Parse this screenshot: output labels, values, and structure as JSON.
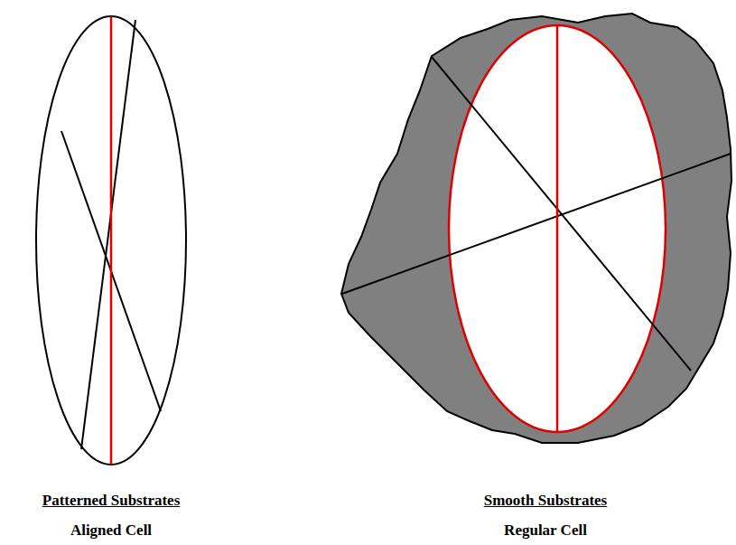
{
  "diagram": {
    "labels": [
      "Patterned Substrates",
      "Smooth Substrates",
      "Aligned Cell",
      "Regular Cell"
    ]
  }
}
